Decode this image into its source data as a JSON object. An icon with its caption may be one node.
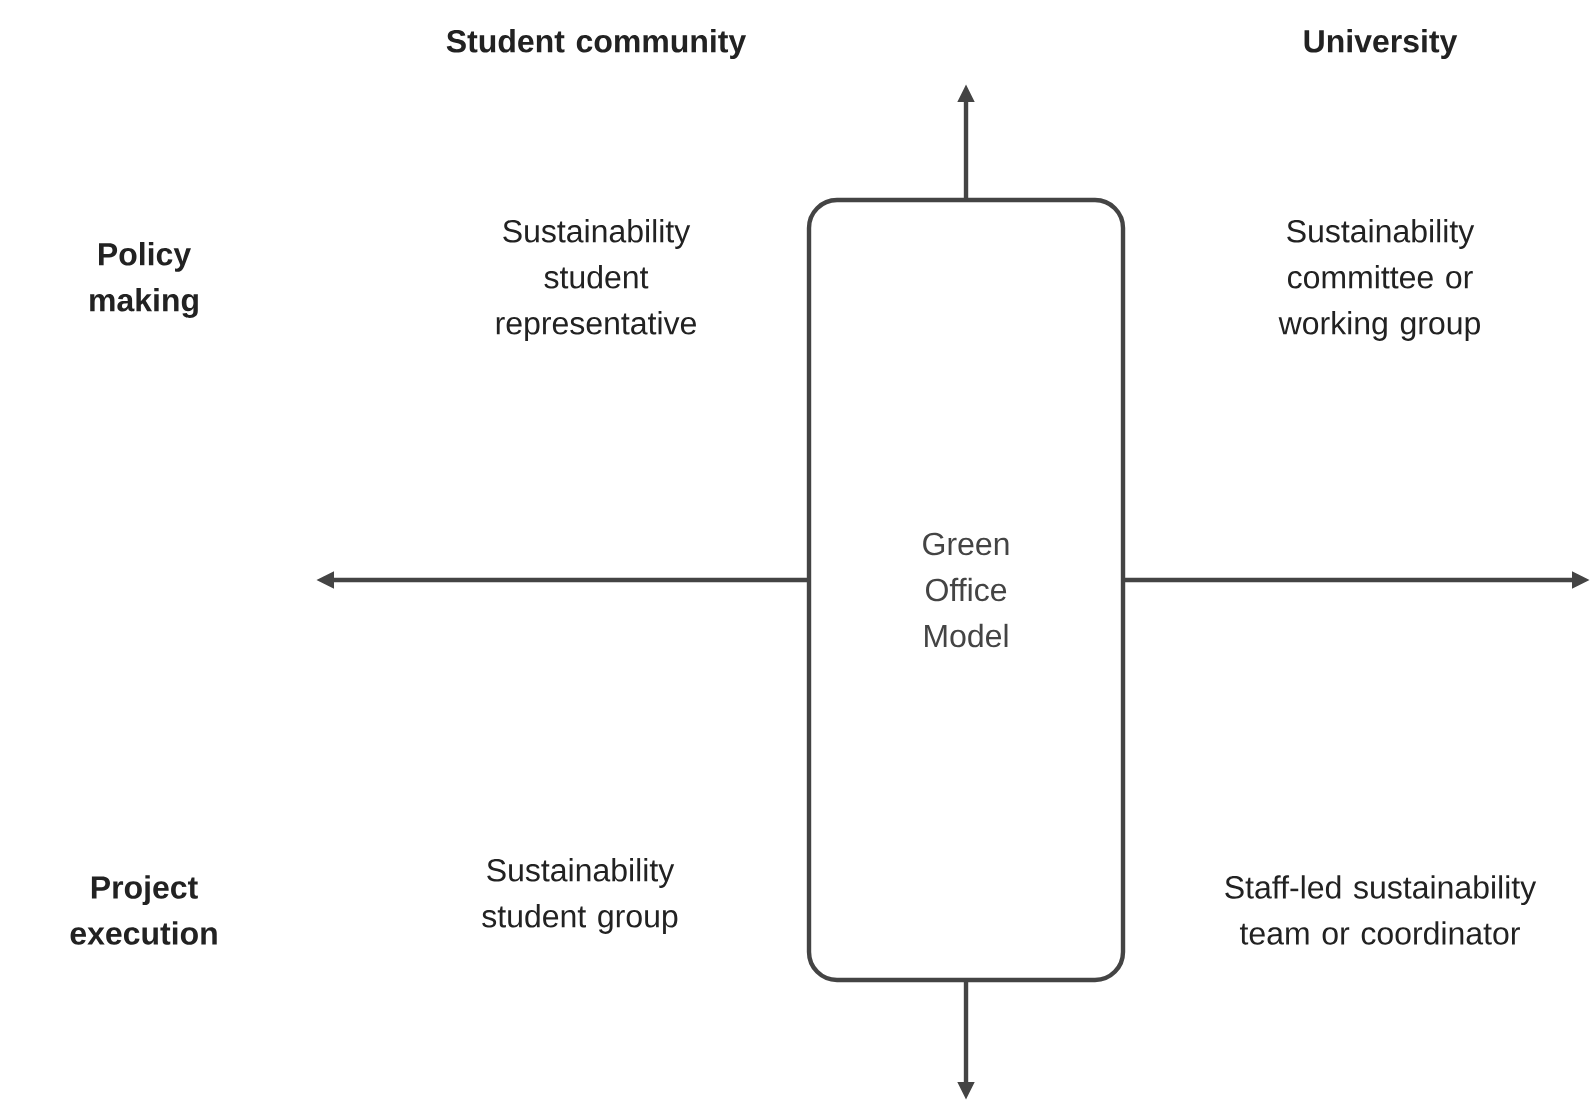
{
  "diagram": {
    "nodes": [
      {
        "text": [
          "Green Office Model"
        ]
      }
    ],
    "labels": [
      "Student community",
      "University",
      "Policy making",
      "Sustainability student representative",
      "Sustainability committee or working group",
      "Project execution",
      "Sustainability student group",
      "Staff-led sustainability team or coordinator"
    ]
  }
}
